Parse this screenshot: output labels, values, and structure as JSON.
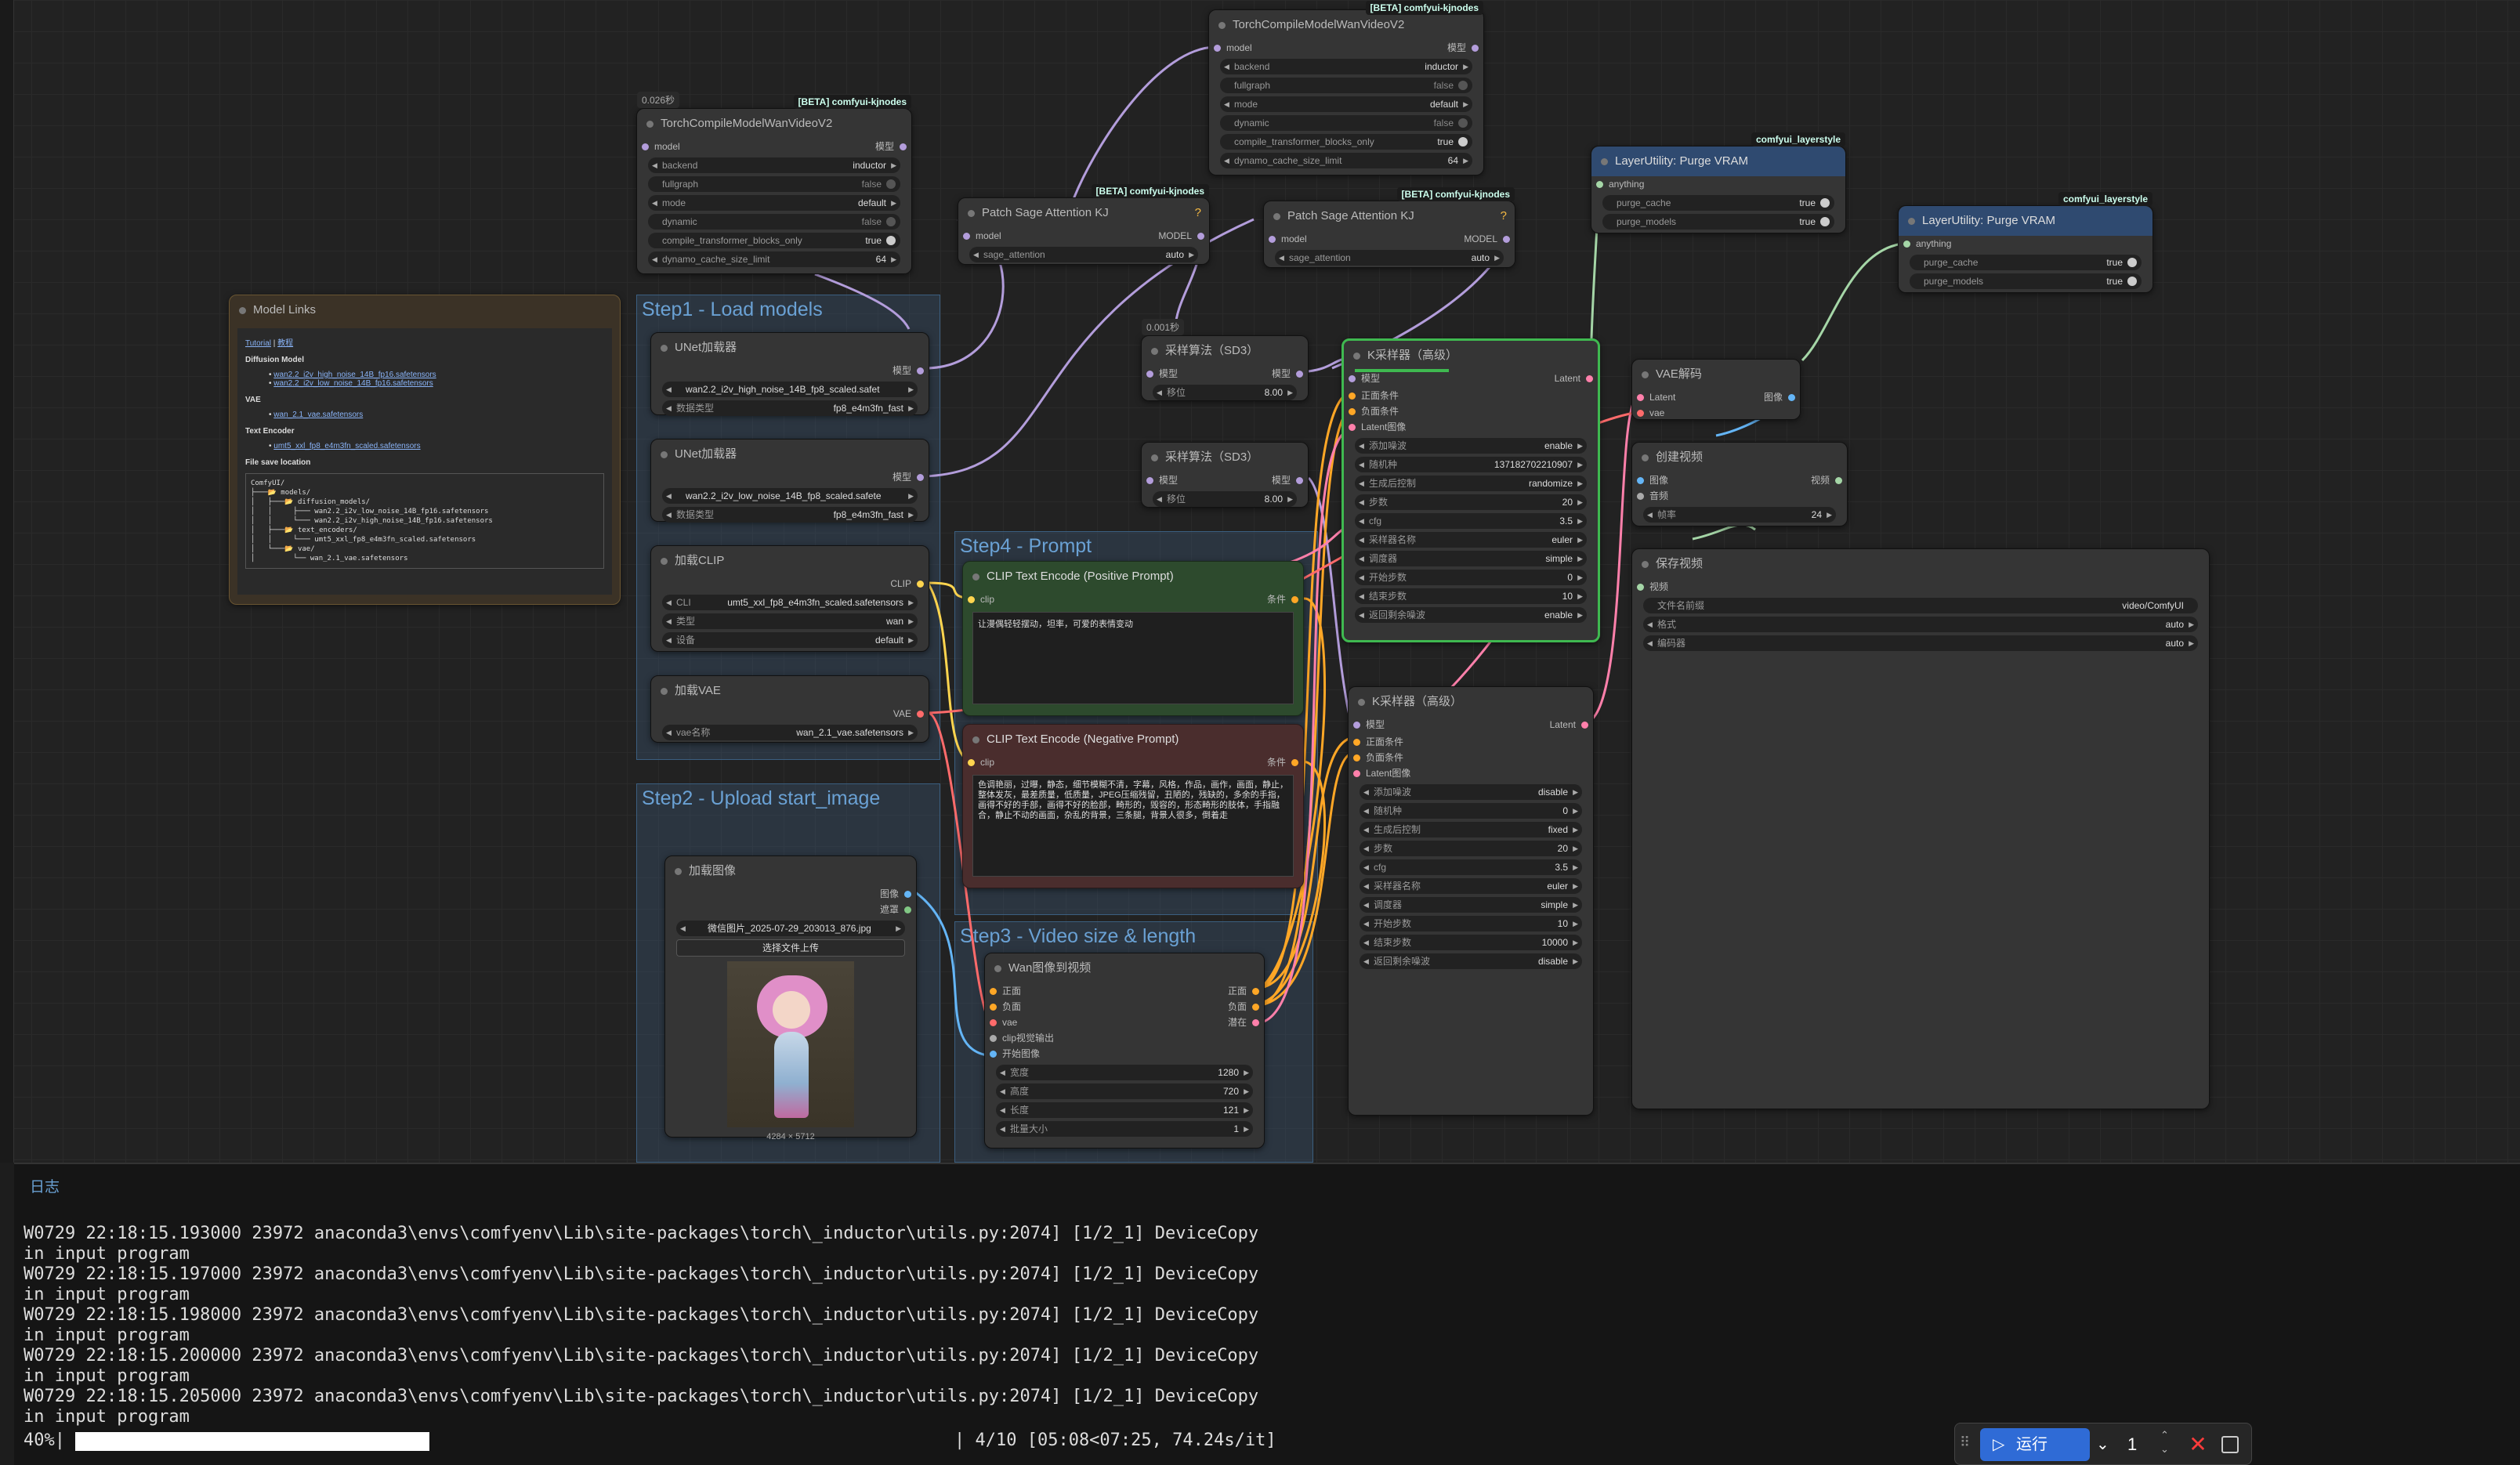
{
  "groups": {
    "step1": "Step1 - Load models",
    "step2": "Step2 - Upload start_image",
    "step3": "Step3 - Video size & length",
    "step4": "Step4 - Prompt"
  },
  "nodes": {
    "torch1": {
      "title": "TorchCompileModelWanVideoV2",
      "badge": "[BETA] comfyui-kjnodes",
      "timer": "0.026秒",
      "in_model": "model",
      "out_model": "模型",
      "backend_l": "backend",
      "backend_v": "inductor",
      "fullgraph_l": "fullgraph",
      "fullgraph_v": "false",
      "mode_l": "mode",
      "mode_v": "default",
      "dynamic_l": "dynamic",
      "dynamic_v": "false",
      "ctbo_l": "compile_transformer_blocks_only",
      "ctbo_v": "true",
      "dcsl_l": "dynamo_cache_size_limit",
      "dcsl_v": "64"
    },
    "torch2": {
      "title": "TorchCompileModelWanVideoV2",
      "badge": "[BETA] comfyui-kjnodes",
      "in_model": "model",
      "out_model": "模型",
      "backend_l": "backend",
      "backend_v": "inductor",
      "fullgraph_l": "fullgraph",
      "fullgraph_v": "false",
      "mode_l": "mode",
      "mode_v": "default",
      "dynamic_l": "dynamic",
      "dynamic_v": "false",
      "ctbo_l": "compile_transformer_blocks_only",
      "ctbo_v": "true",
      "dcsl_l": "dynamo_cache_size_limit",
      "dcsl_v": "64"
    },
    "sage1": {
      "title": "Patch Sage Attention KJ",
      "badge": "[BETA] comfyui-kjnodes",
      "in": "model",
      "out": "MODEL",
      "w_l": "sage_attention",
      "w_v": "auto"
    },
    "sage2": {
      "title": "Patch Sage Attention KJ",
      "badge": "[BETA] comfyui-kjnodes",
      "in": "model",
      "out": "MODEL",
      "w_l": "sage_attention",
      "w_v": "auto"
    },
    "purge1": {
      "title": "LayerUtility: Purge VRAM",
      "badge": "comfyui_layerstyle",
      "in": "anything",
      "c_l": "purge_cache",
      "c_v": "true",
      "m_l": "purge_models",
      "m_v": "true"
    },
    "purge2": {
      "title": "LayerUtility: Purge VRAM",
      "badge": "comfyui_layerstyle",
      "in": "anything",
      "c_l": "purge_cache",
      "c_v": "true",
      "m_l": "purge_models",
      "m_v": "true"
    },
    "links": {
      "title": "Model Links",
      "tutorial": "Tutorial",
      "tutorial_cn": "教程",
      "diffusion_h": "Diffusion Model",
      "d1": "wan2.2_i2v_high_noise_14B_fp16.safetensors",
      "d2": "wan2.2_i2v_low_noise_14B_fp16.safetensors",
      "vae_h": "VAE",
      "v1": "wan_2.1_vae.safetensors",
      "te_h": "Text Encoder",
      "t1": "umt5_xxl_fp8_e4m3fn_scaled.safetensors",
      "fs_h": "File save location",
      "tree": "ComfyUI/\n├───📂 models/\n│   ├───📂 diffusion_models/\n│   │     ├─── wan2.2_i2v_low_noise_14B_fp16.safetensors\n│   │     └─── wan2.2_i2v_high_noise_14B_fp16.safetensors\n│   ├───📂 text_encoders/\n│   │     └─── umt5_xxl_fp8_e4m3fn_scaled.safetensors\n│   └───📂 vae/\n│         └── wan_2.1_vae.safetensors"
    },
    "unet1": {
      "title": "UNet加载器",
      "out": "模型",
      "n_v": "wan2.2_i2v_high_noise_14B_fp8_scaled.safet",
      "t_l": "数据类型",
      "t_v": "fp8_e4m3fn_fast"
    },
    "unet2": {
      "title": "UNet加载器",
      "out": "模型",
      "n_v": "wan2.2_i2v_low_noise_14B_fp8_scaled.safete",
      "t_l": "数据类型",
      "t_v": "fp8_e4m3fn_fast"
    },
    "clip": {
      "title": "加载CLIP",
      "out": "CLIP",
      "n_l": "CLI",
      "n_v": "umt5_xxl_fp8_e4m3fn_scaled.safetensors",
      "t_l": "类型",
      "t_v": "wan",
      "d_l": "设备",
      "d_v": "default"
    },
    "vae": {
      "title": "加载VAE",
      "out": "VAE",
      "n_l": "vae名称",
      "n_v": "wan_2.1_vae.safetensors"
    },
    "img": {
      "title": "加载图像",
      "out1": "图像",
      "out2": "遮罩",
      "file": "微信图片_2025-07-29_203013_876.jpg",
      "upload": "选择文件上传",
      "size": "4284 × 5712"
    },
    "pos": {
      "title": "CLIP Text Encode (Positive Prompt)",
      "in": "clip",
      "out": "条件",
      "text": "让漫偶轻轻摆动，坦率，可爱的表情变动"
    },
    "neg": {
      "title": "CLIP Text Encode (Negative Prompt)",
      "in": "clip",
      "out": "条件",
      "text": "色调艳丽，过曝，静态，细节模糊不清，字幕，风格，作品，画作，画面，静止，整体发灰，最差质量，低质量，JPEG压缩残留，丑陋的，残缺的，多余的手指，画得不好的手部，画得不好的脸部，畸形的，毁容的，形态畸形的肢体，手指融合，静止不动的画面，杂乱的背景，三条腿，背景人很多，倒着走"
    },
    "sd3a": {
      "title": "采样算法（SD3）",
      "timer": "0.001秒",
      "in": "模型",
      "out": "模型",
      "w_l": "移位",
      "w_v": "8.00"
    },
    "sd3b": {
      "title": "采样算法（SD3）",
      "in": "模型",
      "out": "模型",
      "w_l": "移位",
      "w_v": "8.00"
    },
    "wan": {
      "title": "Wan图像到视频",
      "i1": "正面",
      "i2": "负面",
      "i3": "vae",
      "i4": "clip视觉输出",
      "i5": "开始图像",
      "o1": "正面",
      "o2": "负面",
      "o3": "潜在",
      "w_l": "宽度",
      "w_v": "1280",
      "h_l": "高度",
      "h_v": "720",
      "l_l": "长度",
      "l_v": "121",
      "b_l": "批量大小",
      "b_v": "1"
    },
    "ks1": {
      "title": "K采样器（高级）",
      "i1": "模型",
      "i2": "正面条件",
      "i3": "负面条件",
      "i4": "Latent图像",
      "out": "Latent",
      "a_l": "添加噪波",
      "a_v": "enable",
      "s_l": "随机种",
      "s_v": "137182702210907",
      "c_l": "生成后控制",
      "c_v": "randomize",
      "st_l": "步数",
      "st_v": "20",
      "cfg_l": "cfg",
      "cfg_v": "3.5",
      "sm_l": "采样器名称",
      "sm_v": "euler",
      "sc_l": "调度器",
      "sc_v": "simple",
      "b_l": "开始步数",
      "b_v": "0",
      "e_l": "结束步数",
      "e_v": "10",
      "r_l": "返回剩余噪波",
      "r_v": "enable"
    },
    "ks2": {
      "title": "K采样器（高级）",
      "i1": "模型",
      "i2": "正面条件",
      "i3": "负面条件",
      "i4": "Latent图像",
      "out": "Latent",
      "a_l": "添加噪波",
      "a_v": "disable",
      "s_l": "随机种",
      "s_v": "0",
      "c_l": "生成后控制",
      "c_v": "fixed",
      "st_l": "步数",
      "st_v": "20",
      "cfg_l": "cfg",
      "cfg_v": "3.5",
      "sm_l": "采样器名称",
      "sm_v": "euler",
      "sc_l": "调度器",
      "sc_v": "simple",
      "b_l": "开始步数",
      "b_v": "10",
      "e_l": "结束步数",
      "e_v": "10000",
      "r_l": "返回剩余噪波",
      "r_v": "disable"
    },
    "vaedec": {
      "title": "VAE解码",
      "i1": "Latent",
      "i2": "vae",
      "out": "图像"
    },
    "mkvid": {
      "title": "创建视频",
      "i1": "图像",
      "i2": "音频",
      "out": "视频",
      "f_l": "帧率",
      "f_v": "24"
    },
    "save": {
      "title": "保存视频",
      "in": "视频",
      "p_l": "文件名前缀",
      "p_v": "video/ComfyUI",
      "f_l": "格式",
      "f_v": "auto",
      "c_l": "编码器",
      "c_v": "auto"
    }
  },
  "log": {
    "tab": "日志",
    "lines": "W0729 22:18:15.193000 23972 anaconda3\\envs\\comfyenv\\Lib\\site-packages\\torch\\_inductor\\utils.py:2074] [1/2_1] DeviceCopy\nin input program\nW0729 22:18:15.197000 23972 anaconda3\\envs\\comfyenv\\Lib\\site-packages\\torch\\_inductor\\utils.py:2074] [1/2_1] DeviceCopy\nin input program\nW0729 22:18:15.198000 23972 anaconda3\\envs\\comfyenv\\Lib\\site-packages\\torch\\_inductor\\utils.py:2074] [1/2_1] DeviceCopy\nin input program\nW0729 22:18:15.200000 23972 anaconda3\\envs\\comfyenv\\Lib\\site-packages\\torch\\_inductor\\utils.py:2074] [1/2_1] DeviceCopy\nin input program\nW0729 22:18:15.205000 23972 anaconda3\\envs\\comfyenv\\Lib\\site-packages\\torch\\_inductor\\utils.py:2074] [1/2_1] DeviceCopy\nin input program",
    "progress_pct": "40%|",
    "progress_tail": "| 4/10 [05:08<07:25, 74.24s/it]",
    "progress_fraction": 0.4
  },
  "runbar": {
    "run_label": "运行",
    "queue_count": "1",
    "cancel_icon": "x-icon",
    "stop_icon": "square-icon"
  },
  "colors": {
    "accent": "#2f6bd6",
    "group": "#3b5f80",
    "pos_node": "#2d4a2d",
    "neg_node": "#4a2d2d",
    "model_wire": "#b39ddb",
    "clip_wire": "#ffd54f",
    "cond_wire": "#ffa726",
    "latent_wire": "#ff80ab",
    "vae_wire": "#ff6b6b",
    "image_wire": "#64b5f6"
  }
}
